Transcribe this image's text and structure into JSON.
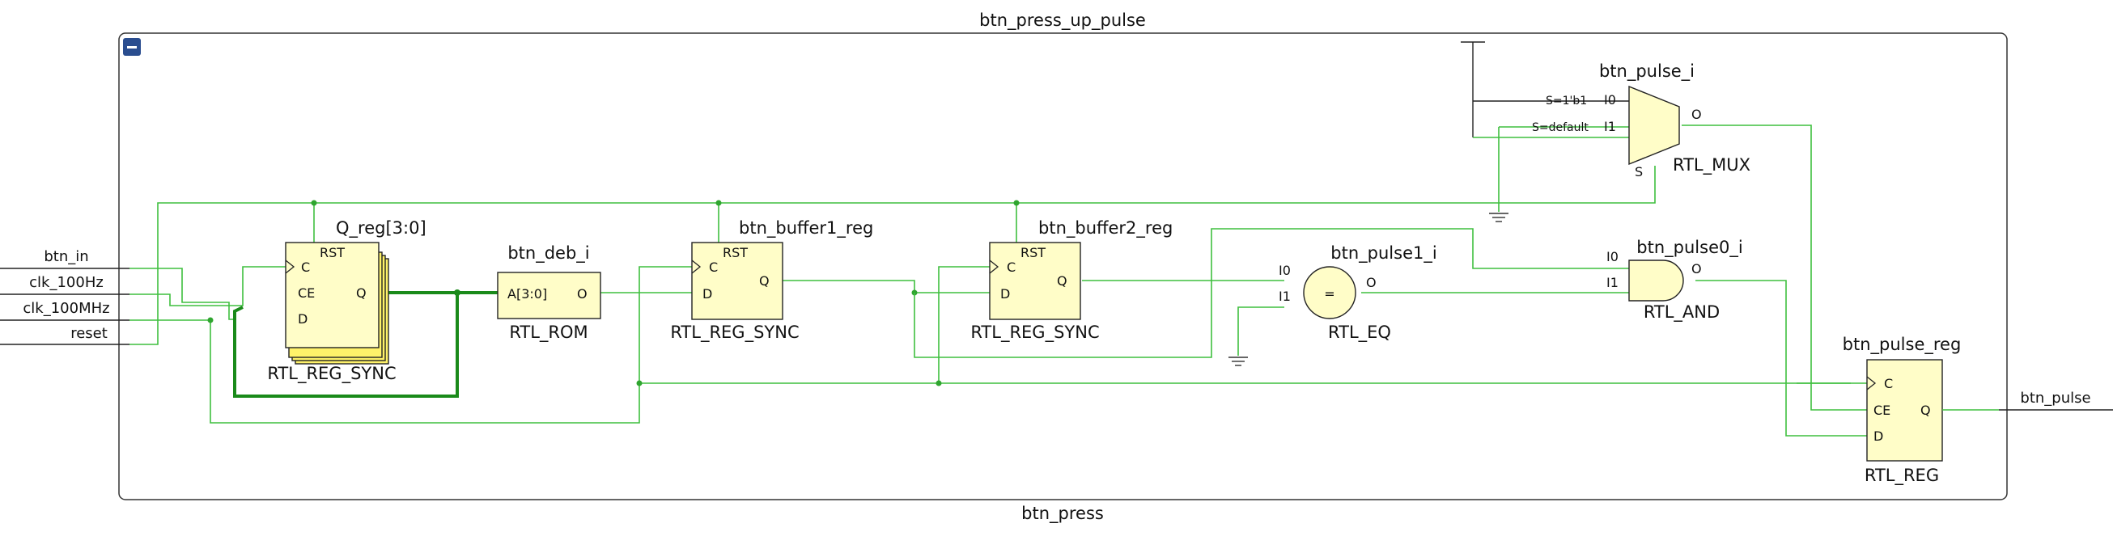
{
  "module": {
    "title": "btn_press_up_pulse",
    "instance": "btn_press",
    "collapse_button": "−"
  },
  "ports": {
    "inputs": [
      "btn_in",
      "clk_100Hz",
      "clk_100MHz",
      "reset"
    ],
    "output": "btn_pulse"
  },
  "cells": {
    "q_reg": {
      "name": "Q_reg[3:0]",
      "type": "RTL_REG_SYNC",
      "pins": {
        "rst": "RST",
        "c": "C",
        "ce": "CE",
        "d": "D",
        "q": "Q"
      }
    },
    "btn_deb": {
      "name": "btn_deb_i",
      "type": "RTL_ROM",
      "pins": {
        "a": "A[3:0]",
        "o": "O"
      }
    },
    "buffer1": {
      "name": "btn_buffer1_reg",
      "type": "RTL_REG_SYNC",
      "pins": {
        "rst": "RST",
        "c": "C",
        "d": "D",
        "q": "Q"
      }
    },
    "buffer2": {
      "name": "btn_buffer2_reg",
      "type": "RTL_REG_SYNC",
      "pins": {
        "rst": "RST",
        "c": "C",
        "d": "D",
        "q": "Q"
      }
    },
    "pulse1": {
      "name": "btn_pulse1_i",
      "type": "RTL_EQ",
      "symbol": "=",
      "pins": {
        "i0": "I0",
        "i1": "I1",
        "o": "O"
      }
    },
    "pulse0": {
      "name": "btn_pulse0_i",
      "type": "RTL_AND",
      "pins": {
        "i0": "I0",
        "i1": "I1",
        "o": "O"
      }
    },
    "mux": {
      "name": "btn_pulse_i",
      "type": "RTL_MUX",
      "pins": {
        "i0": "I0",
        "i1": "I1",
        "s": "S",
        "o": "O"
      },
      "sel0": "S=1'b1",
      "sel1": "S=default"
    },
    "pulse_reg": {
      "name": "btn_pulse_reg",
      "type": "RTL_REG",
      "pins": {
        "c": "C",
        "ce": "CE",
        "d": "D",
        "q": "Q"
      }
    }
  }
}
